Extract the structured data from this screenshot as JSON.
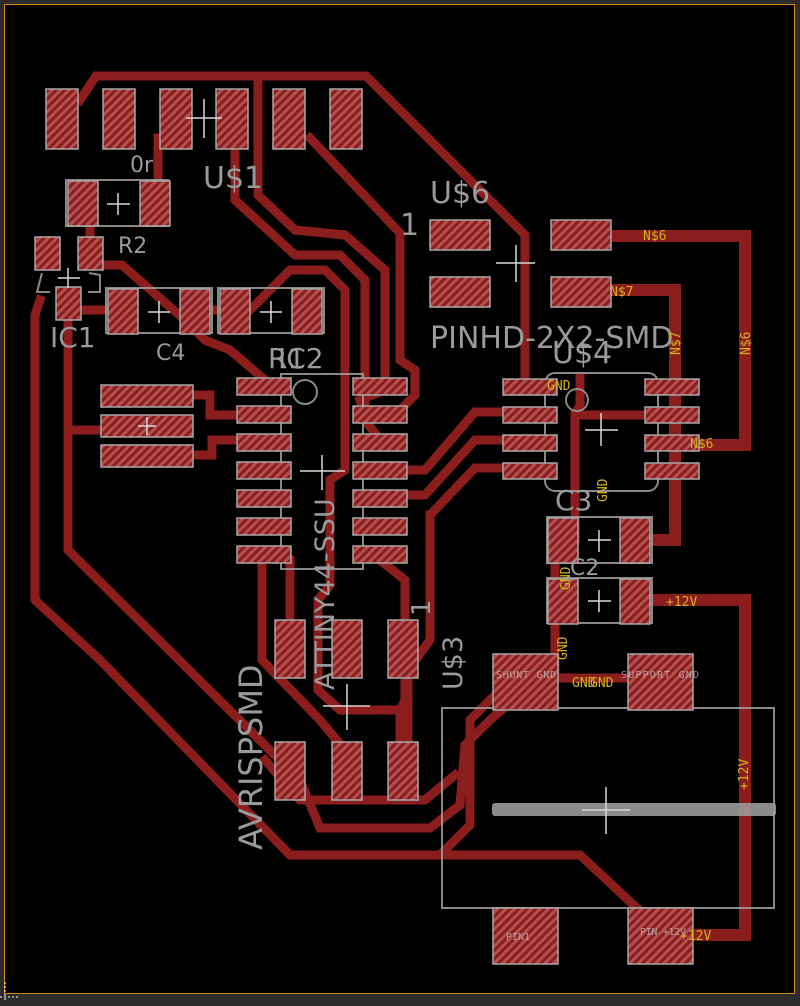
{
  "app": {
    "view": "EAGLE board editor - PCB layout"
  },
  "colors": {
    "background": "#000000",
    "frame": "#d98a1c",
    "trace": "#8b1d1d",
    "pad": "#a8a8a8",
    "silkscreen": "#9a9a9a",
    "net_label": "#d4b21a"
  },
  "components": {
    "us1": {
      "name": "U$1"
    },
    "r2": {
      "name": "R2",
      "value": "0r"
    },
    "ic1": {
      "name": "IC1"
    },
    "c4": {
      "name": "C4"
    },
    "r1c2": {
      "name": "R1",
      "alt_name": "C2"
    },
    "ic2": {
      "name": "IC2",
      "value": "ATTINY44-SSU"
    },
    "us6": {
      "name": "U$6",
      "value": "PINHD-2X2-SMD",
      "pin1": "1"
    },
    "us4": {
      "name": "U$4"
    },
    "c3": {
      "name": "C3"
    },
    "c2": {
      "name": "C2"
    },
    "us3": {
      "name": "U$3",
      "value": "AVRISPSMD",
      "pin1": "1"
    },
    "jack": {
      "pad_tl": "SHUNT GND",
      "pad_tr": "SUPPORT GND",
      "pad_bl": "PIN1",
      "pad_br": "PIN +12V"
    }
  },
  "nets": {
    "n6_top": "N$6",
    "n7_h": "N$7",
    "n7_v": "N$7",
    "n6_v": "N$6",
    "n6_low": "N$6",
    "gnd_u4": "GND",
    "gnd_u4_v": "GND",
    "gnd_c2": "GND",
    "gnd_c3": "GND",
    "gnd_jack": "GND",
    "gnd_jack2": "GND",
    "v12_c2": "+12V",
    "v12_v": "+12V",
    "v12_bottom": "+12V"
  }
}
